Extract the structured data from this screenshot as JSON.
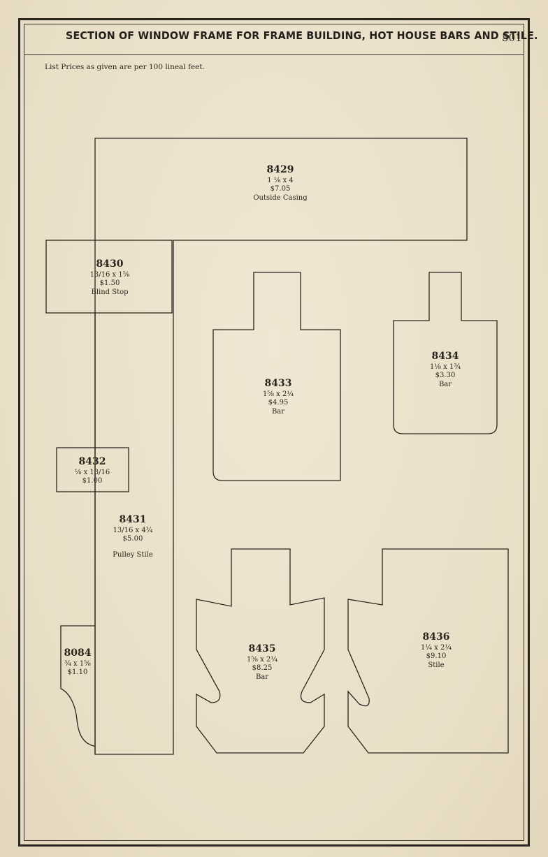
{
  "header": {
    "title": "SECTION OF WINDOW FRAME FOR FRAME BUILDING, HOT HOUSE BARS AND STILE.",
    "page_number": "501"
  },
  "note": "List Prices as given are per 100 lineal feet.",
  "parts": {
    "p8429": {
      "number": "8429",
      "size": "1 ⅛ x 4",
      "price": "$7.05",
      "name": "Outside Casing"
    },
    "p8430": {
      "number": "8430",
      "size": "13/16 x 1⅝",
      "price": "$1.50",
      "name": "Blind Stop"
    },
    "p8431": {
      "number": "8431",
      "size": "13/16 x 4¾",
      "price": "$5.00",
      "name": "Pulley Stile"
    },
    "p8432": {
      "number": "8432",
      "size": "⅛ x 13/16",
      "price": "$1.00"
    },
    "p8084": {
      "number": "8084",
      "size": "¾ x 1⅝",
      "price": "$1.10"
    },
    "p8433": {
      "number": "8433",
      "size": "1⅝ x 2¼",
      "price": "$4.95",
      "name": "Bar"
    },
    "p8434": {
      "number": "8434",
      "size": "1⅛ x 1¾",
      "price": "$3.30",
      "name": "Bar"
    },
    "p8435": {
      "number": "8435",
      "size": "1⅝ x 2¼",
      "price": "$8.25",
      "name": "Bar"
    },
    "p8436": {
      "number": "8436",
      "size": "1¼ x 2¼",
      "price": "$9.10",
      "name": "Stile"
    }
  }
}
